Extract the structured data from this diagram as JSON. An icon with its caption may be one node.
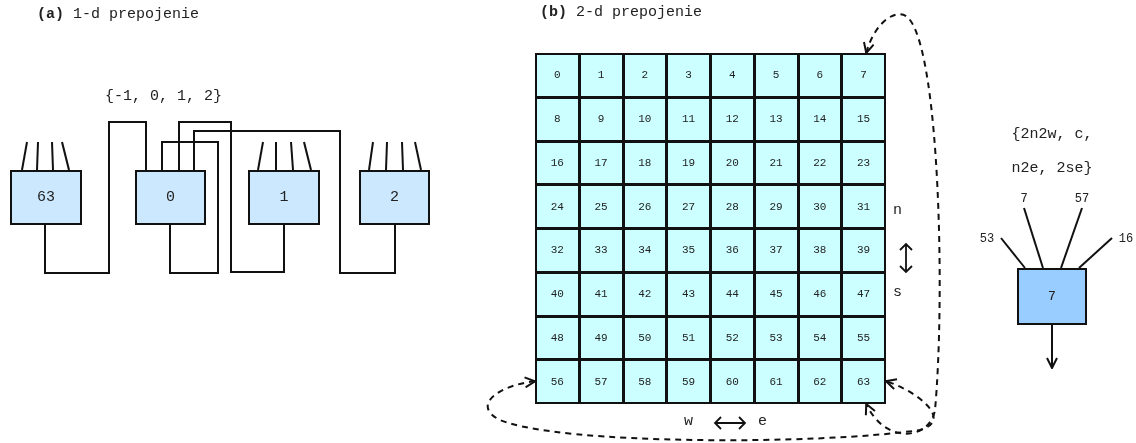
{
  "diagram": {
    "nodes": [
      {
        "text": [
          "63"
        ]
      },
      {
        "text": [
          "0"
        ]
      },
      {
        "text": [
          "1"
        ]
      },
      {
        "text": [
          "2"
        ]
      },
      {
        "text": [
          "0"
        ]
      },
      {
        "text": [
          "1"
        ]
      },
      {
        "text": [
          "2"
        ]
      },
      {
        "text": [
          "3"
        ]
      },
      {
        "text": [
          "4"
        ]
      },
      {
        "text": [
          "5"
        ]
      },
      {
        "text": [
          "6"
        ]
      },
      {
        "text": [
          "7"
        ]
      },
      {
        "text": [
          "8"
        ]
      },
      {
        "text": [
          "9"
        ]
      },
      {
        "text": [
          "10"
        ]
      },
      {
        "text": [
          "11"
        ]
      },
      {
        "text": [
          "12"
        ]
      },
      {
        "text": [
          "13"
        ]
      },
      {
        "text": [
          "14"
        ]
      },
      {
        "text": [
          "15"
        ]
      },
      {
        "text": [
          "16"
        ]
      },
      {
        "text": [
          "17"
        ]
      },
      {
        "text": [
          "18"
        ]
      },
      {
        "text": [
          "19"
        ]
      },
      {
        "text": [
          "20"
        ]
      },
      {
        "text": [
          "21"
        ]
      },
      {
        "text": [
          "22"
        ]
      },
      {
        "text": [
          "23"
        ]
      },
      {
        "text": [
          "24"
        ]
      },
      {
        "text": [
          "25"
        ]
      },
      {
        "text": [
          "26"
        ]
      },
      {
        "text": [
          "27"
        ]
      },
      {
        "text": [
          "28"
        ]
      },
      {
        "text": [
          "29"
        ]
      },
      {
        "text": [
          "30"
        ]
      },
      {
        "text": [
          "31"
        ]
      },
      {
        "text": [
          "32"
        ]
      },
      {
        "text": [
          "33"
        ]
      },
      {
        "text": [
          "34"
        ]
      },
      {
        "text": [
          "35"
        ]
      },
      {
        "text": [
          "36"
        ]
      },
      {
        "text": [
          "37"
        ]
      },
      {
        "text": [
          "38"
        ]
      },
      {
        "text": [
          "39"
        ]
      },
      {
        "text": [
          "40"
        ]
      },
      {
        "text": [
          "41"
        ]
      },
      {
        "text": [
          "42"
        ]
      },
      {
        "text": [
          "43"
        ]
      },
      {
        "text": [
          "44"
        ]
      },
      {
        "text": [
          "45"
        ]
      },
      {
        "text": [
          "46"
        ]
      },
      {
        "text": [
          "47"
        ]
      },
      {
        "text": [
          "48"
        ]
      },
      {
        "text": [
          "49"
        ]
      },
      {
        "text": [
          "50"
        ]
      },
      {
        "text": [
          "51"
        ]
      },
      {
        "text": [
          "52"
        ]
      },
      {
        "text": [
          "53"
        ]
      },
      {
        "text": [
          "54"
        ]
      },
      {
        "text": [
          "55"
        ]
      },
      {
        "text": [
          "56"
        ]
      },
      {
        "text": [
          "57"
        ]
      },
      {
        "text": [
          "58"
        ]
      },
      {
        "text": [
          "59"
        ]
      },
      {
        "text": [
          "60"
        ]
      },
      {
        "text": [
          "61"
        ]
      },
      {
        "text": [
          "62"
        ]
      },
      {
        "text": [
          "63"
        ]
      },
      {
        "text": [
          "7"
        ]
      },
      {
        "text": [
          "53"
        ]
      },
      {
        "text": [
          "7"
        ]
      },
      {
        "text": [
          "57"
        ]
      },
      {
        "text": [
          "16"
        ]
      }
    ],
    "edges": [
      {
        "from": 0,
        "to": 1,
        "arrow": "none"
      },
      {
        "from": 1,
        "to": 1,
        "arrow": "none"
      },
      {
        "from": 2,
        "to": 1,
        "arrow": "none"
      },
      {
        "from": 3,
        "to": 1,
        "arrow": "none"
      },
      {
        "from": null,
        "to": 0,
        "arrow": "none"
      },
      {
        "from": null,
        "to": 0,
        "arrow": "none"
      },
      {
        "from": null,
        "to": 0,
        "arrow": "none"
      },
      {
        "from": null,
        "to": 0,
        "arrow": "none"
      },
      {
        "from": null,
        "to": 2,
        "arrow": "none"
      },
      {
        "from": null,
        "to": 2,
        "arrow": "none"
      },
      {
        "from": null,
        "to": 2,
        "arrow": "none"
      },
      {
        "from": null,
        "to": 2,
        "arrow": "none"
      },
      {
        "from": null,
        "to": 3,
        "arrow": "none"
      },
      {
        "from": null,
        "to": 3,
        "arrow": "none"
      },
      {
        "from": null,
        "to": 3,
        "arrow": "none"
      },
      {
        "from": null,
        "to": 3,
        "arrow": "none"
      },
      {
        "from": 11,
        "to": 67,
        "arrow": "both",
        "style": "dashed"
      },
      {
        "from": 60,
        "to": 67,
        "arrow": "both",
        "style": "dashed"
      },
      {
        "from": 69,
        "to": 68,
        "arrow": "none"
      },
      {
        "from": 70,
        "to": 68,
        "arrow": "none"
      },
      {
        "from": 71,
        "to": 68,
        "arrow": "none"
      },
      {
        "from": 72,
        "to": 68,
        "arrow": "none"
      },
      {
        "from": 68,
        "to": null,
        "arrow": "to"
      }
    ],
    "labels": [
      "**(a)** 1-d prepojenie",
      "{-1, 0, 1, 2}",
      "**(b)** 2-d prepojenie",
      "n",
      "s",
      "w",
      "e",
      "{2n2w, c, n2e, 2se}"
    ]
  }
}
